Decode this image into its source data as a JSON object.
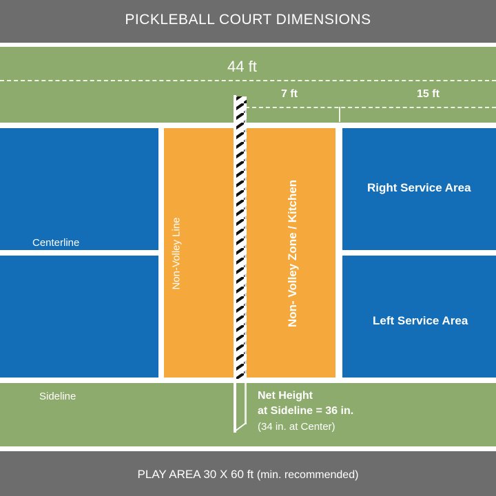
{
  "title": "PICKLEBALL COURT DIMENSIONS",
  "dimensions": {
    "total_length": "44 ft",
    "kitchen": "7 ft",
    "service": "15 ft"
  },
  "labels": {
    "centerline": "Centerline",
    "sideline": "Sideline",
    "non_volley_line": "Non-Volley Line",
    "kitchen": "Non- Volley Zone / Kitchen",
    "right_service": "Right Service Area",
    "left_service": "Left Service Area",
    "net_height_1": "Net Height",
    "net_height_2": "at Sideline = 36 in.",
    "net_height_3": "(34 in. at Center)"
  },
  "footer": {
    "main": "PLAY AREA 30 X 60 ft",
    "note": "(min. recommended)"
  },
  "colors": {
    "blue": "#136db7",
    "orange": "#f5a83b",
    "green": "#8dab6c",
    "gray": "#6d6d6d"
  }
}
